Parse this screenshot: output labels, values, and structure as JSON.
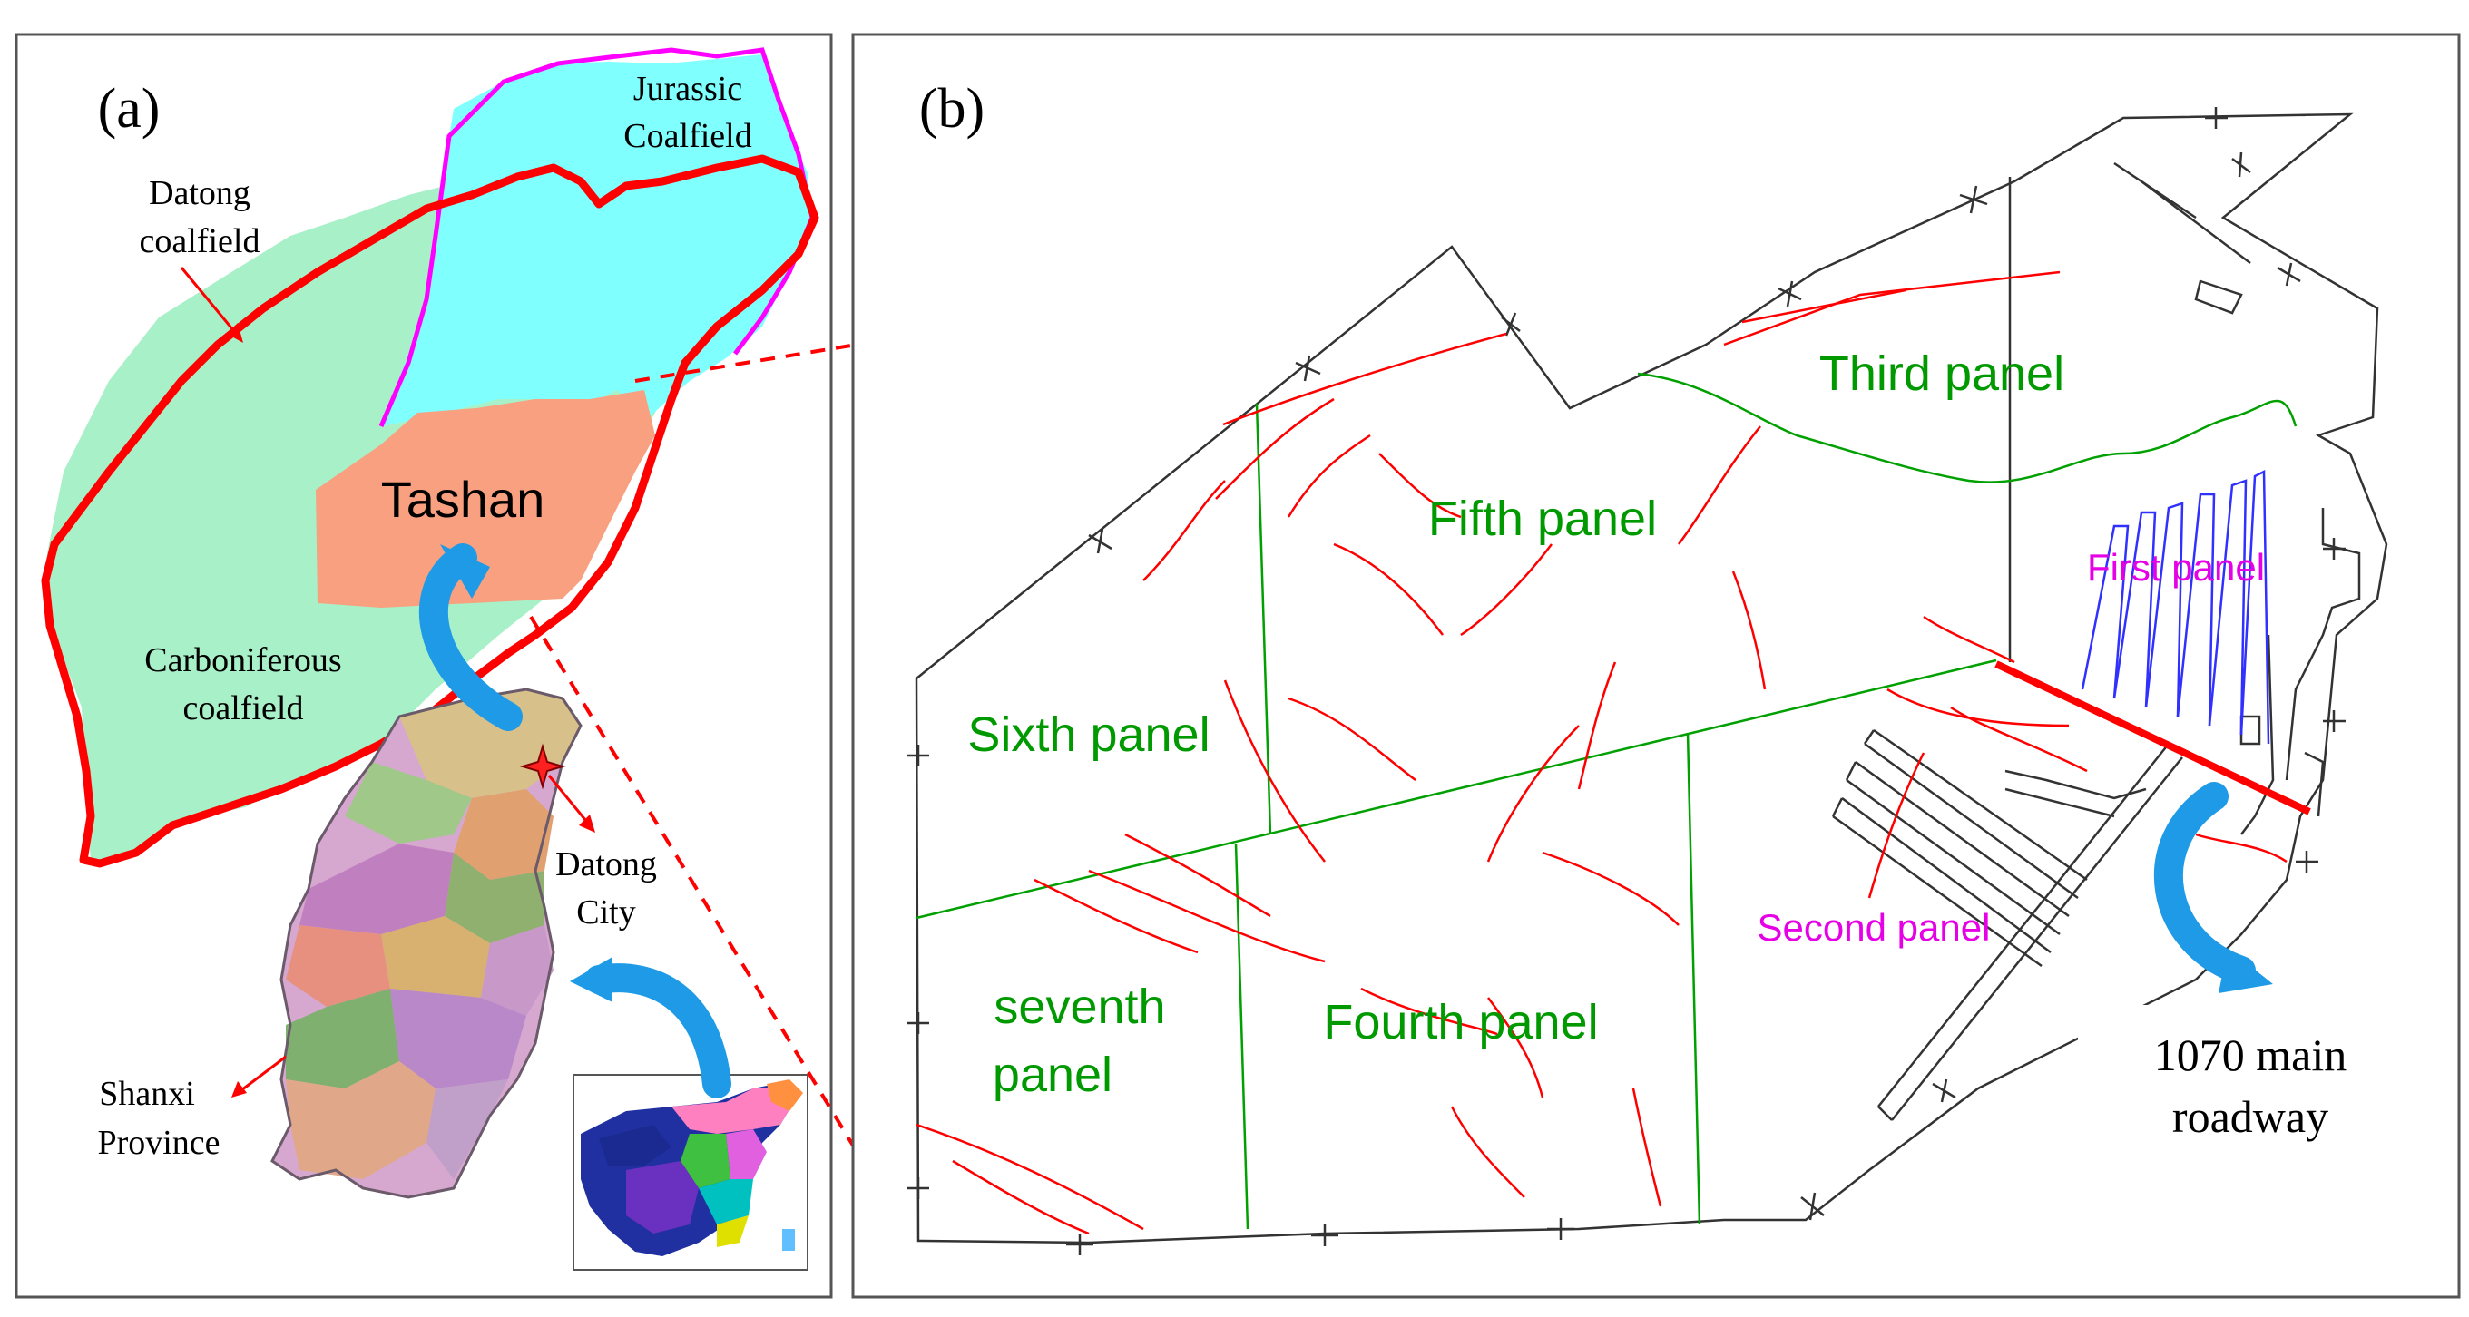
{
  "panel_a": {
    "tag": "(a)",
    "labels": {
      "jurassic_l1": "Jurassic",
      "jurassic_l2": "Coalfield",
      "datong_cf_l1": "Datong",
      "datong_cf_l2": "coalfield",
      "tashan": "Tashan",
      "carbon_l1": "Carboniferous",
      "carbon_l2": "coalfield",
      "datong_city_l1": "Datong",
      "datong_city_l2": "City",
      "shanxi_l1": "Shanxi",
      "shanxi_l2": "Province"
    },
    "colors": {
      "carboniferous_fill": "#a8f0c8",
      "jurassic_fill": "#80ffff",
      "tashan_fill": "#f8a080",
      "datong_boundary": "#ff0000",
      "jurassic_boundary": "#ff00ff",
      "arrow": "#1e9ae6"
    }
  },
  "panel_b": {
    "tag": "(b)",
    "panels": {
      "third": "Third  panel",
      "fifth": "Fifth  panel",
      "first": "First  panel",
      "sixth": "Sixth  panel",
      "second": "Second  panel",
      "seventh_l1": "seventh",
      "seventh_l2": "panel",
      "fourth": "Fourth  panel"
    },
    "roadway_l1": "1070 main",
    "roadway_l2": "roadway",
    "colors": {
      "panel_label_green": "#009a00",
      "panel_label_magenta": "#e600e6",
      "fault_red": "#ff0000",
      "boundary_green": "#00a000",
      "first_panel_blue": "#3030ff",
      "roadway_red": "#ff0000"
    }
  }
}
